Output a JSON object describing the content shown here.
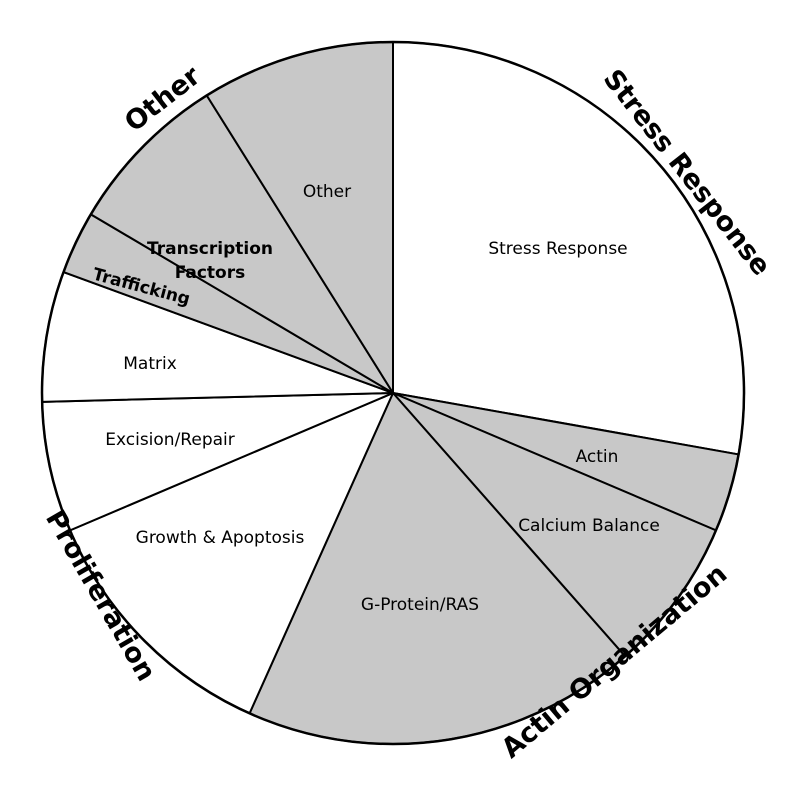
{
  "chart_data": {
    "type": "pie",
    "start_angle_deg": -90,
    "direction": "clockwise",
    "colors": {
      "white": "#ffffff",
      "gray": "#c8c8c8",
      "stroke": "#000000"
    },
    "slices": [
      {
        "label": "Stress Response",
        "value": 27.8,
        "fill": "white"
      },
      {
        "label": "Actin",
        "value": 3.6,
        "fill": "gray"
      },
      {
        "label": "Calcium Balance",
        "value": 7.1,
        "fill": "gray"
      },
      {
        "label": "G-Protein/RAS",
        "value": 18.2,
        "fill": "gray"
      },
      {
        "label": "Growth & Apoptosis",
        "value": 11.9,
        "fill": "white"
      },
      {
        "label": "Excision/Repair",
        "value": 6.0,
        "fill": "white"
      },
      {
        "label": "Matrix",
        "value": 6.0,
        "fill": "white"
      },
      {
        "label": "Trafficking",
        "value": 2.9,
        "fill": "gray"
      },
      {
        "label": "Transcription Factors",
        "label_lines": [
          "Transcription",
          "Factors"
        ],
        "value": 7.6,
        "fill": "gray"
      },
      {
        "label": "Other",
        "value": 8.9,
        "fill": "gray"
      }
    ],
    "groups": [
      {
        "label": "Stress Response"
      },
      {
        "label": "Actin Organization"
      },
      {
        "label": "Proliferation"
      },
      {
        "label": "Other"
      }
    ]
  }
}
